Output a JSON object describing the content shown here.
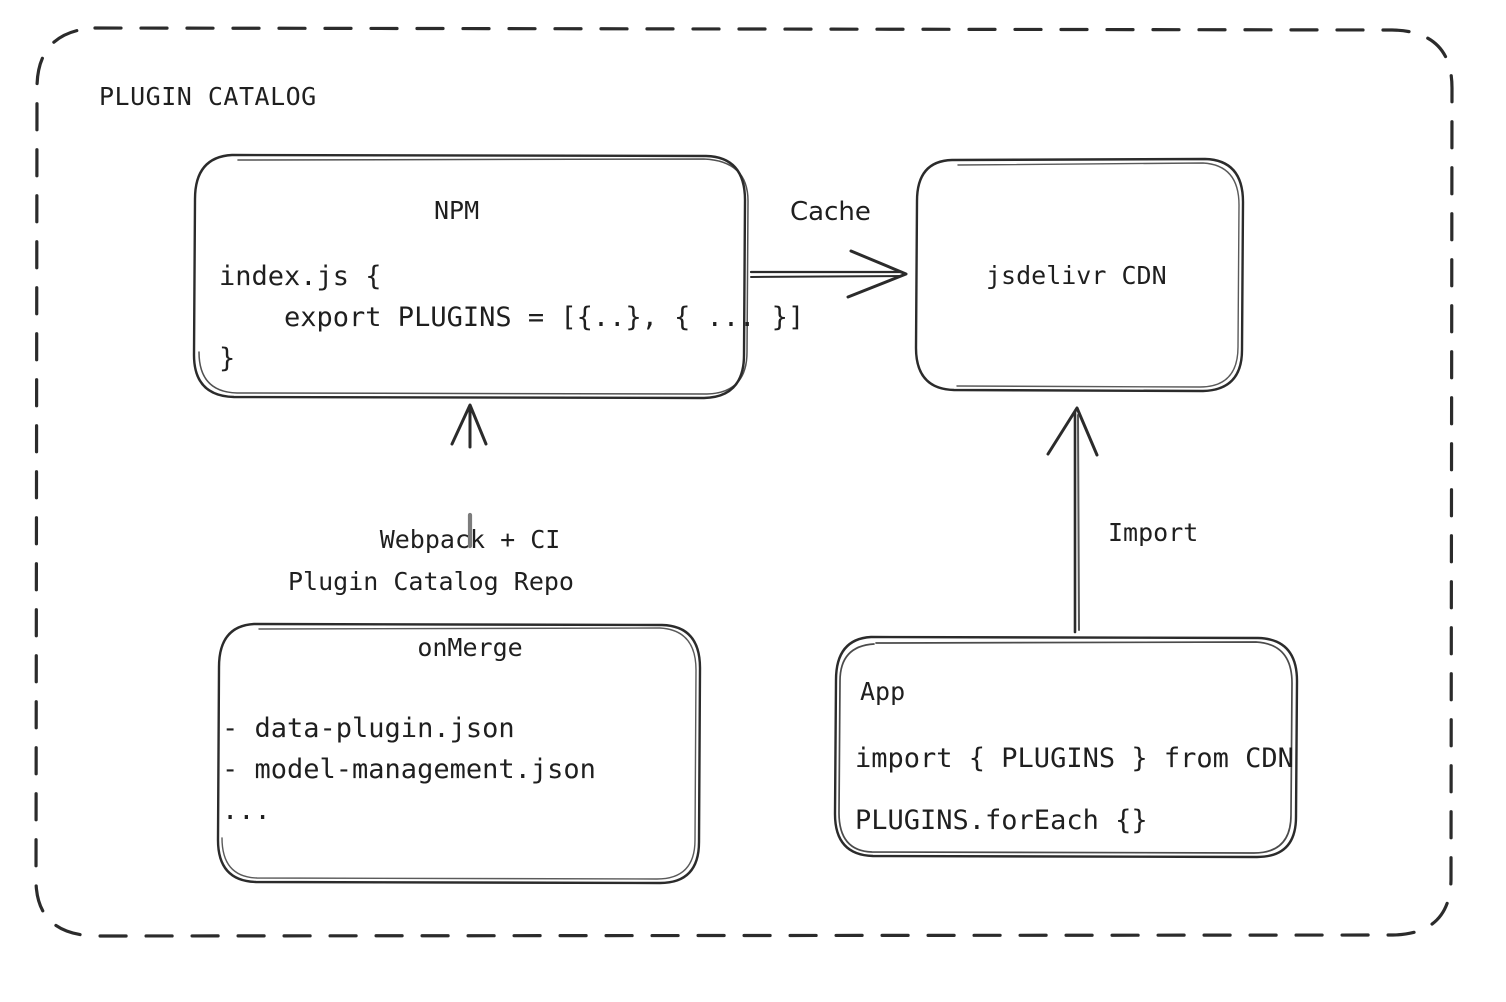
{
  "diagram": {
    "group": {
      "label": "PLUGIN CATALOG",
      "style": "dashed-rounded-rectangle"
    },
    "nodes": [
      {
        "id": "npm",
        "title": "NPM",
        "code": "index.js {\n    export PLUGINS = [{..}, { ... }]\n}"
      },
      {
        "id": "cdn",
        "title": "jsdelivr CDN"
      },
      {
        "id": "repo",
        "caption": "Plugin Catalog Repo",
        "code": "- data-plugin.json\n- model-management.json\n..."
      },
      {
        "id": "app",
        "title": "App",
        "line1": "import { PLUGINS } from CDN",
        "line2": "PLUGINS.forEach {}"
      }
    ],
    "edges": [
      {
        "id": "npm-to-cdn",
        "label": "Cache",
        "from": "npm",
        "to": "cdn",
        "direction": "right"
      },
      {
        "id": "repo-to-npm",
        "label": "Webpack + CI\nonMerge",
        "label_line1": "Webpack + CI",
        "label_line2": "onMerge",
        "from": "repo",
        "to": "npm",
        "direction": "up"
      },
      {
        "id": "app-to-cdn",
        "label": "Import",
        "from": "app",
        "to": "cdn",
        "direction": "up"
      }
    ],
    "colors": {
      "stroke": "#1f1f1f",
      "background": "#ffffff",
      "text": "#1f1f1f"
    }
  }
}
